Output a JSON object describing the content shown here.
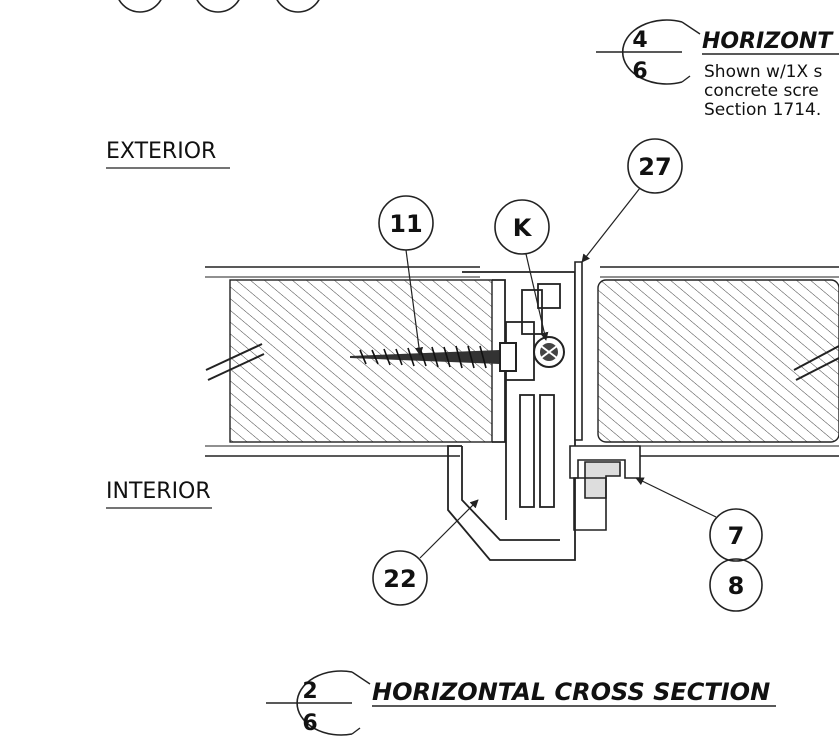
{
  "labels": {
    "exterior": "EXTERIOR",
    "interior": "INTERIOR"
  },
  "callouts": {
    "c11": "11",
    "cK": "K",
    "c27": "27",
    "c22": "22",
    "c7": "7",
    "c8": "8"
  },
  "detail_top": {
    "num": "4",
    "sheet": "6",
    "title": "HORIZONT",
    "note_lines": [
      "Shown w/1X s",
      "concrete scre",
      "Section 1714."
    ]
  },
  "detail_main": {
    "num": "2",
    "sheet": "6",
    "title": "HORIZONTAL CROSS SECTION"
  },
  "colors": {
    "ink": "#222222",
    "background": "#ffffff"
  }
}
